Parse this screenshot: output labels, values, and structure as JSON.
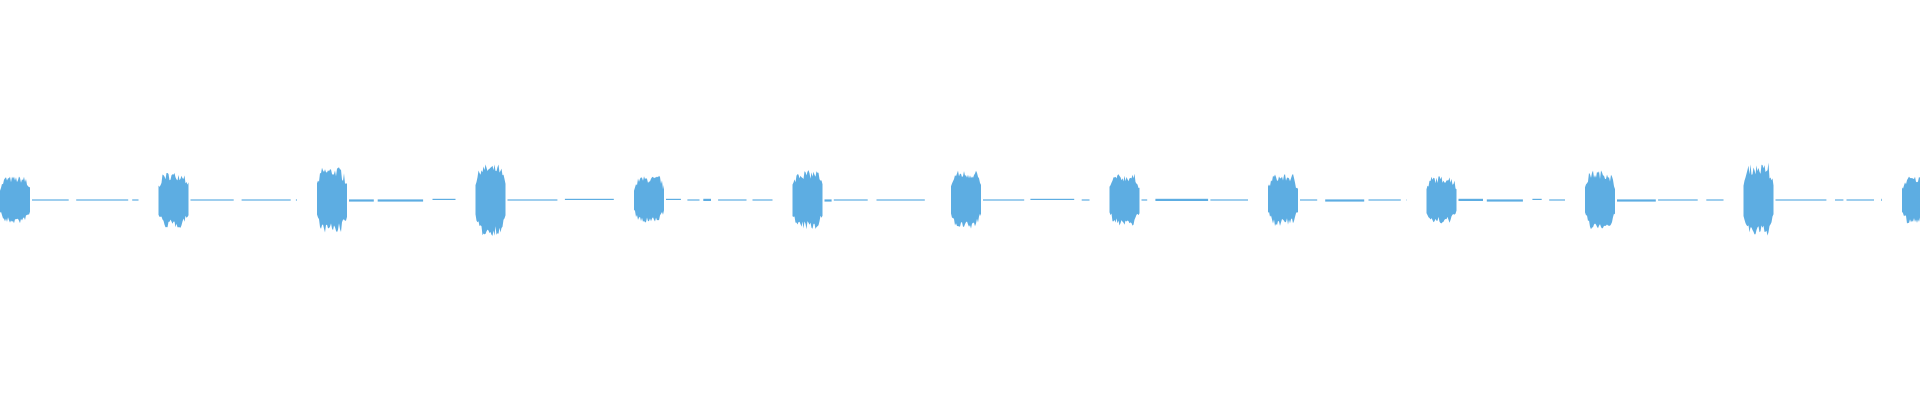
{
  "chart_data": {
    "type": "area",
    "title": "",
    "xlabel": "",
    "ylabel": "",
    "ylim": [
      -1,
      1
    ],
    "grid": false,
    "legend": "none",
    "color": "#5DADE2",
    "background": "#ffffff",
    "burst_count": 13,
    "bursts": [
      {
        "index": 0,
        "peak": 0.12
      },
      {
        "index": 1,
        "peak": 0.14
      },
      {
        "index": 2,
        "peak": 0.165
      },
      {
        "index": 3,
        "peak": 0.18
      },
      {
        "index": 4,
        "peak": 0.12
      },
      {
        "index": 5,
        "peak": 0.15
      },
      {
        "index": 6,
        "peak": 0.15
      },
      {
        "index": 7,
        "peak": 0.13
      },
      {
        "index": 8,
        "peak": 0.13
      },
      {
        "index": 9,
        "peak": 0.12
      },
      {
        "index": 10,
        "peak": 0.15
      },
      {
        "index": 11,
        "peak": 0.18
      },
      {
        "index": 12,
        "peak": 0.12
      }
    ],
    "silence_level": 0.005
  }
}
